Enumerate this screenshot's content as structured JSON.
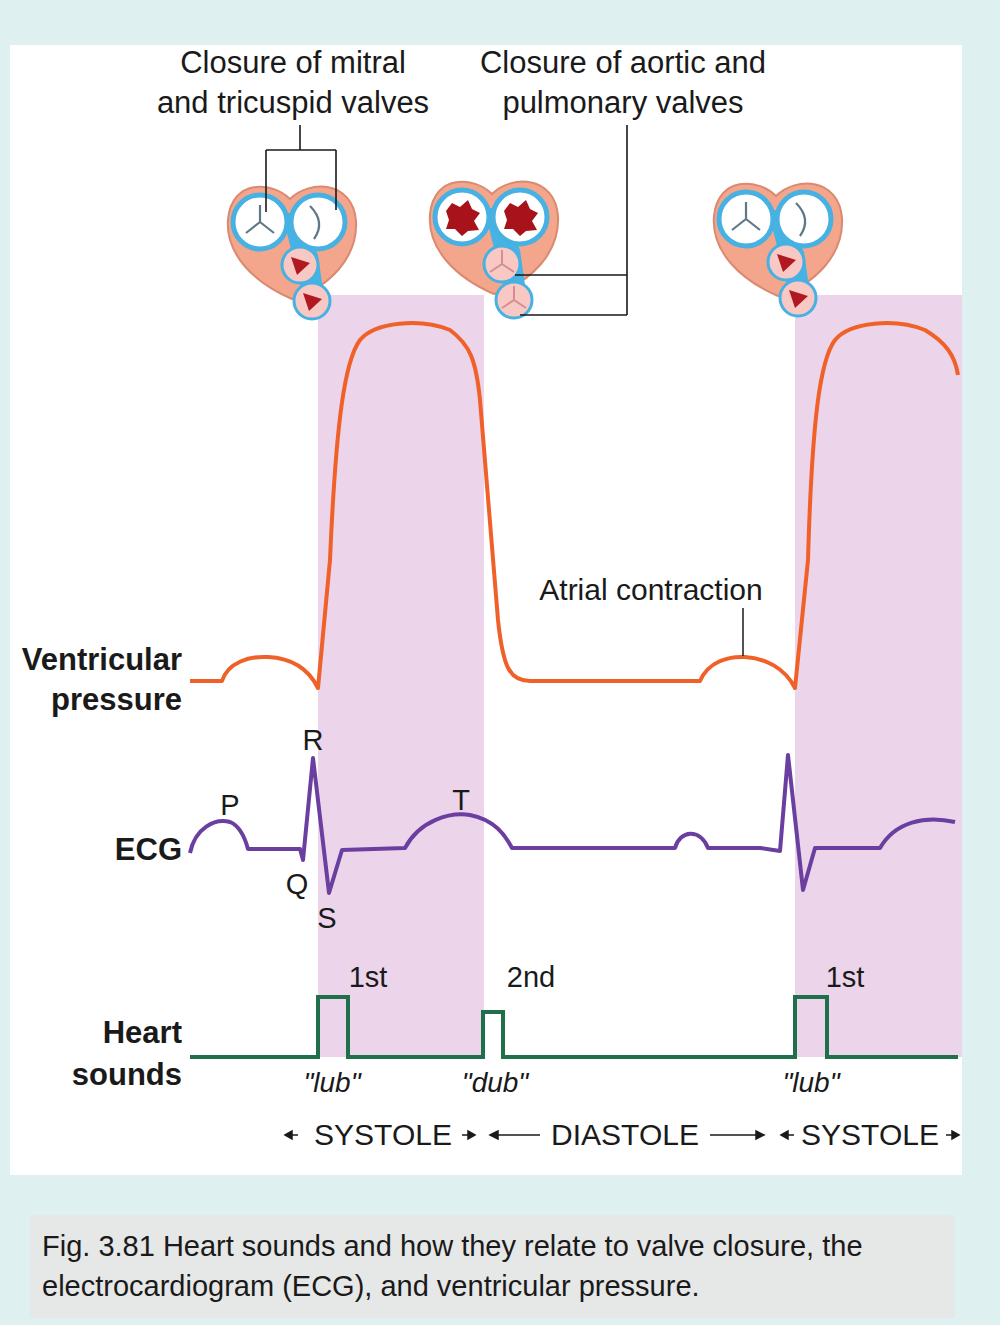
{
  "diagram": {
    "caption": "Fig. 3.81 Heart sounds and how they relate to valve closure, the electrocardiogram (ECG), and ventricular pressure.",
    "labels": [
      "Closure of mitral and tricuspid valves",
      "Closure of aortic and pulmonary valves",
      "Atrial contraction",
      "Ventricular pressure",
      "R",
      "P",
      "T",
      "ECG",
      "Q",
      "S",
      "1st",
      "2nd",
      "1st",
      "Heart sounds",
      "\"lub\"",
      "\"dub\"",
      "\"lub\"",
      "SYSTOLE",
      "DIASTOLE",
      "SYSTOLE"
    ]
  }
}
